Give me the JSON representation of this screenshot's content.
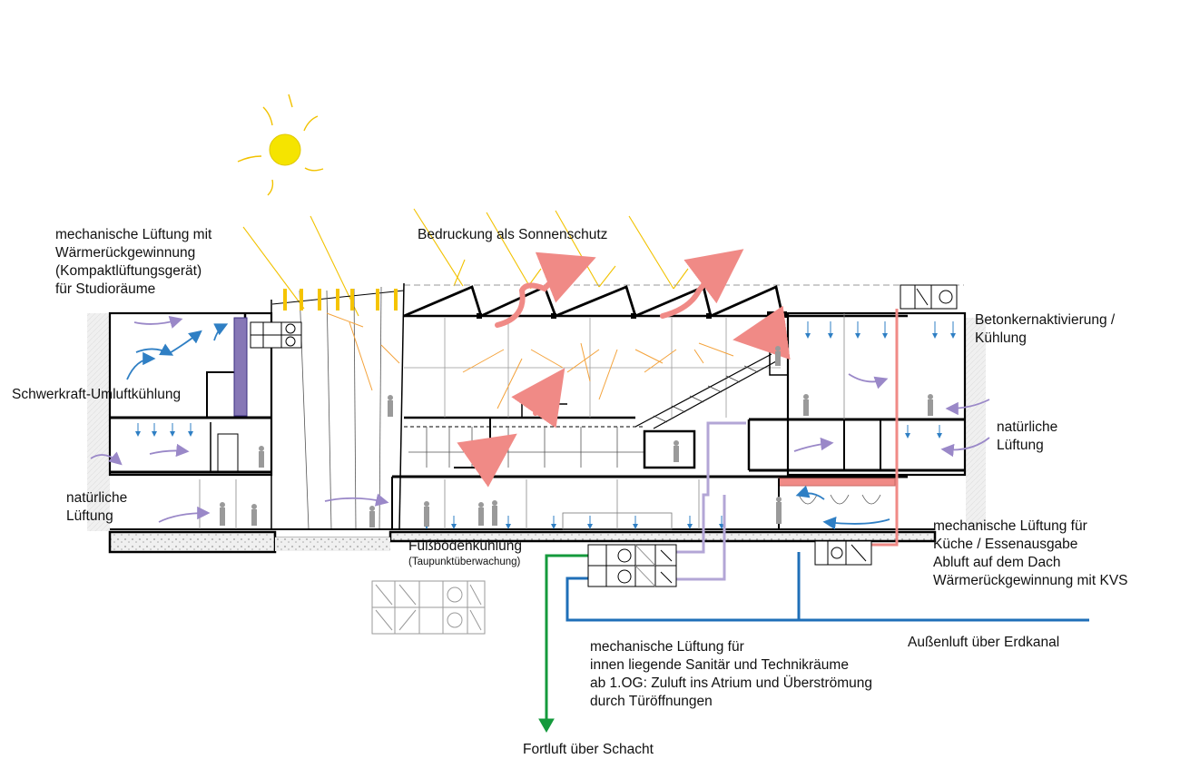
{
  "labels": {
    "mech_studio": [
      "mechanische Lüftung mit",
      "Wärmerückgewinnung",
      "(Kompaktlüftungsgerät)",
      "für Studioräume"
    ],
    "print_shading": "Bedruckung als Sonnenschutz",
    "concrete_core": [
      "Betonkernaktivierung /",
      "Kühlung"
    ],
    "gravity_cooling": "Schwerkraft-Umluftkühlung",
    "natural_right": [
      "natürliche",
      "Lüftung"
    ],
    "natural_left": [
      "natürliche",
      "Lüftung"
    ],
    "floor_cooling": "Fußbodenkühlung",
    "dew_point": "(Taupunktüberwachung)",
    "mech_kitchen": [
      "mechanische Lüftung für",
      "Küche / Essenausgabe",
      "Abluft auf dem Dach",
      "Wärmerückgewinnung mit KVS"
    ],
    "outside_air": "Außenluft über Erdkanal",
    "mech_sanitary": [
      "mechanische Lüftung für",
      "innen liegende Sanitär und Technikräume",
      "ab 1.OG: Zuluft ins Atrium und Überströmung",
      "durch Türöffnungen"
    ],
    "exhaust_shaft": "Fortluft über Schacht"
  },
  "colors": {
    "sun": "#f5e400",
    "sun_rays": "#f2c200",
    "light_rays": "#f4a23a",
    "warm_air": "#f08a86",
    "cool_air": "#2f7fc4",
    "natural_air": "#9a88c8",
    "supply_duct": "#1f6fb8",
    "exhaust_duct": "#149a3c",
    "lilac_duct": "#b3a6d6",
    "structure": "#000000",
    "fine_line": "#8a8a8a"
  },
  "icons": [
    "sun-icon",
    "ventilation-unit-icon",
    "ventilation-unit-legend-icon"
  ]
}
